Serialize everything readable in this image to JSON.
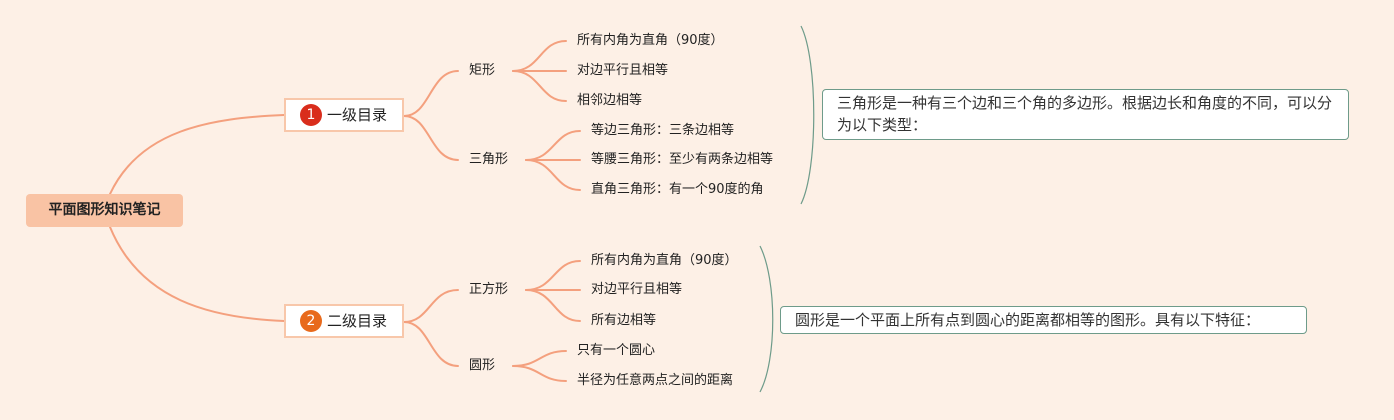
{
  "root": {
    "label": "平面图形知识笔记"
  },
  "level1": [
    {
      "label": "一级目录",
      "badge": "1",
      "badge_color": "#d92d1c"
    },
    {
      "label": "二级目录",
      "badge": "2",
      "badge_color": "#e86a1c"
    }
  ],
  "level2": [
    {
      "label": "矩形",
      "children": [
        "所有内角为直角（90度）",
        "对边平行且相等",
        "相邻边相等"
      ]
    },
    {
      "label": "三角形",
      "children": [
        "等边三角形：三条边相等",
        "等腰三角形：至少有两条边相等",
        "直角三角形：有一个90度的角"
      ]
    },
    {
      "label": "正方形",
      "children": [
        "所有内角为直角（90度）",
        "对边平行且相等",
        "所有边相等"
      ]
    },
    {
      "label": "圆形",
      "children": [
        "只有一个圆心",
        "半径为任意两点之间的距离"
      ]
    }
  ],
  "notes": [
    {
      "text": "三角形是一种有三个边和三个角的多边形。根据边长和角度的不同，可以分为以下类型："
    },
    {
      "text": "圆形是一个平面上所有点到圆心的距离都相等的图形。具有以下特征："
    }
  ],
  "colors": {
    "background": "#fdf0e6",
    "link": "#f4a07e",
    "root": "#f9c3a4",
    "bracket": "#6e9b8a"
  }
}
